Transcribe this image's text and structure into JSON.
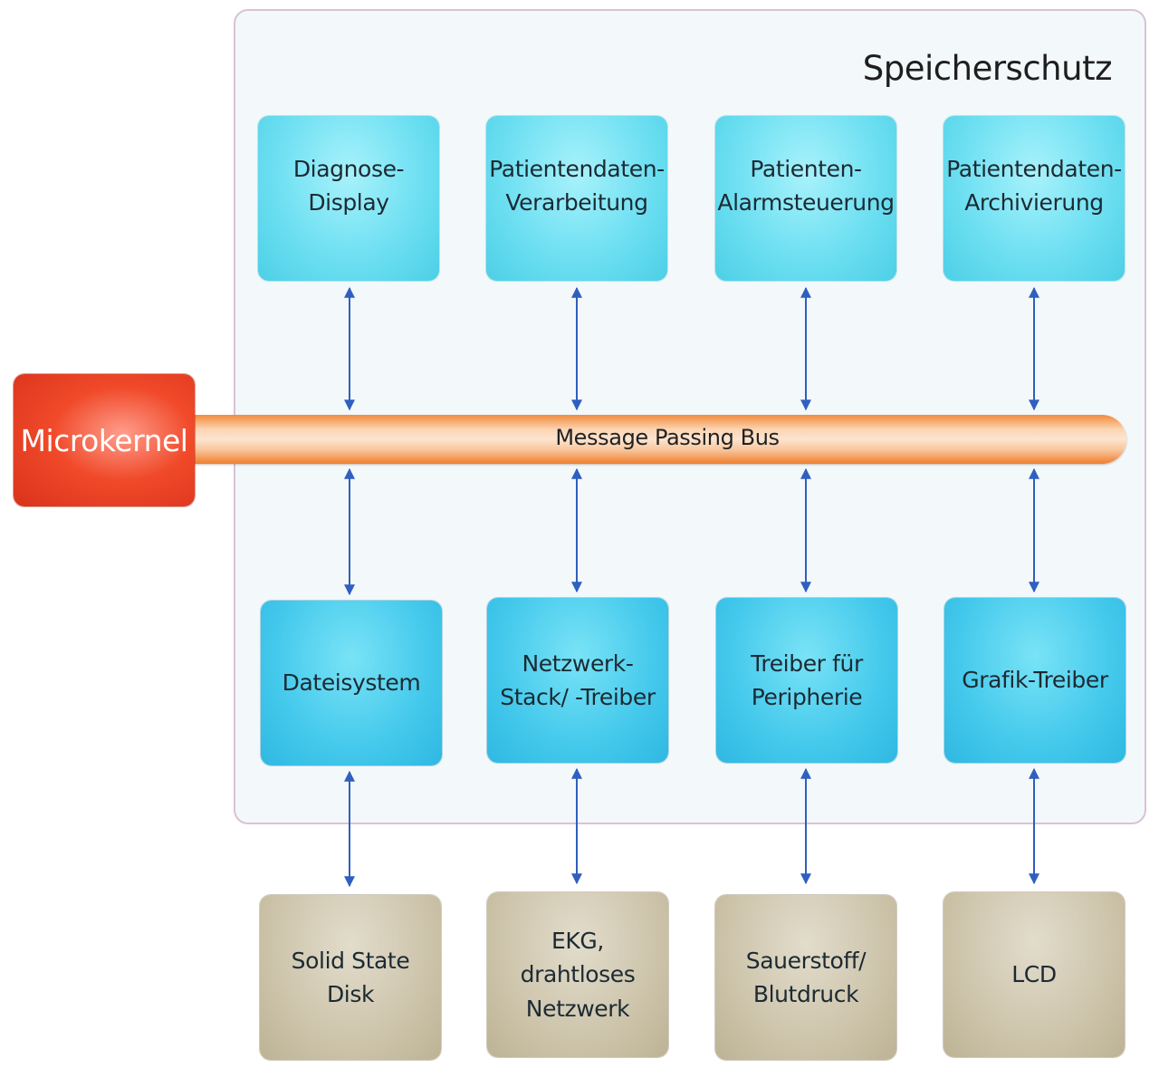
{
  "frame": {
    "title": "Speicherschutz"
  },
  "kernel": {
    "label": "Microkernel"
  },
  "bus": {
    "label": "Message Passing Bus"
  },
  "applications": [
    {
      "label": "Diagnose-\nDisplay"
    },
    {
      "label": "Patientendaten-\nVerarbeitung"
    },
    {
      "label": "Patienten-\nAlarmsteuerung"
    },
    {
      "label": "Patientendaten-\nArchivierung"
    }
  ],
  "drivers": [
    {
      "label": "Dateisystem"
    },
    {
      "label": "Netzwerk-\nStack/ -Treiber"
    },
    {
      "label": "Treiber für\nPeripherie"
    },
    {
      "label": "Grafik-Treiber"
    }
  ],
  "hardware": [
    {
      "label": "Solid State\nDisk"
    },
    {
      "label": "EKG, drahtloses\nNetzwerk"
    },
    {
      "label": "Sauerstoff/\nBlutdruck"
    },
    {
      "label": "LCD"
    }
  ],
  "colors": {
    "arrow": "#2f5fbf",
    "application": "#6fe0f2",
    "driver": "#44c9ec",
    "hardware": "#cdc4ab",
    "kernel": "#f04a2a",
    "bus": "#f28a3c"
  }
}
